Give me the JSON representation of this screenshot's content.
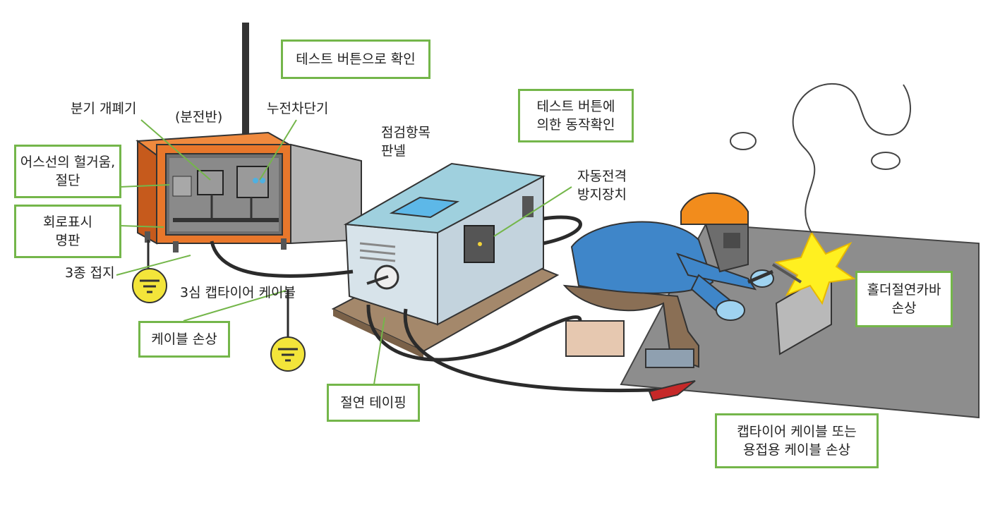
{
  "boxes": {
    "test_button_confirm": "테스트 버튼으로 확인",
    "test_button_operation": [
      "테스트 버튼에",
      "의한 동작확인"
    ],
    "ground_wire": [
      "어스선의 헐거움,",
      "절단"
    ],
    "circuit_nameplate": [
      "회로표시",
      "명판"
    ],
    "cable_damage": "케이블 손상",
    "insulation_taping": "절연 테이핑",
    "holder_cover": [
      "홀더절연카바",
      "손상"
    ],
    "cabtire_damage": [
      "캡타이어 케이블 또는",
      "용접용 케이블 손상"
    ]
  },
  "labels": {
    "branch_breaker": "분기 개폐기",
    "distribution_panel": "(분전반)",
    "leakage_breaker": "누전차단기",
    "inspection_panel": [
      "점검항목",
      "판넬"
    ],
    "auto_shock_device": [
      "자동전격",
      "방지장치"
    ],
    "class3_ground": "3종 접지",
    "three_core_cabtire": "3심 캡타이어 케이블"
  },
  "colors": {
    "box_border": "#74b64a",
    "panel_orange": "#e8772b",
    "welder_body": "#c9d9e4",
    "welder_top": "#9fd0de",
    "helmet": "#f28c1c",
    "shirt": "#3f86c9",
    "spark": "#fff020",
    "ground_symbol": "#f3e53a",
    "plate": "#8d8d8d",
    "cable": "#2b2b2b"
  }
}
